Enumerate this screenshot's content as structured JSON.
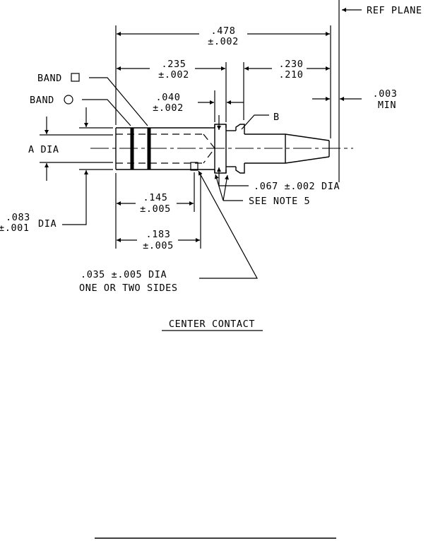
{
  "diagram": {
    "title": "CENTER CONTACT",
    "ref_plane": "REF PLANE",
    "overall_length": {
      "nominal": ".478",
      "tol": "±.002"
    },
    "shoulder_length": {
      "nominal": ".235",
      "tol": "±.002"
    },
    "tip_length": {
      "upper": ".230",
      "lower": ".210"
    },
    "gap": {
      "nominal": ".040",
      "tol": "±.002"
    },
    "offset": {
      "value": ".003",
      "qualifier": "MIN"
    },
    "band_square": "BAND",
    "band_circle": "BAND",
    "point_b": "B",
    "a_dia": "A DIA",
    "groove_dia": ".067 ±.002 DIA",
    "see_note": "SEE NOTE 5",
    "body_dia": {
      "nominal": ".083",
      "tol": "±.001",
      "suffix": "DIA"
    },
    "bore_depth": {
      "nominal": ".145",
      "tol": "±.005"
    },
    "hole_position": {
      "nominal": ".183",
      "tol": "±.005"
    },
    "hole": {
      "line1": ".035 ±.005 DIA",
      "line2": "ONE OR TWO SIDES"
    }
  }
}
